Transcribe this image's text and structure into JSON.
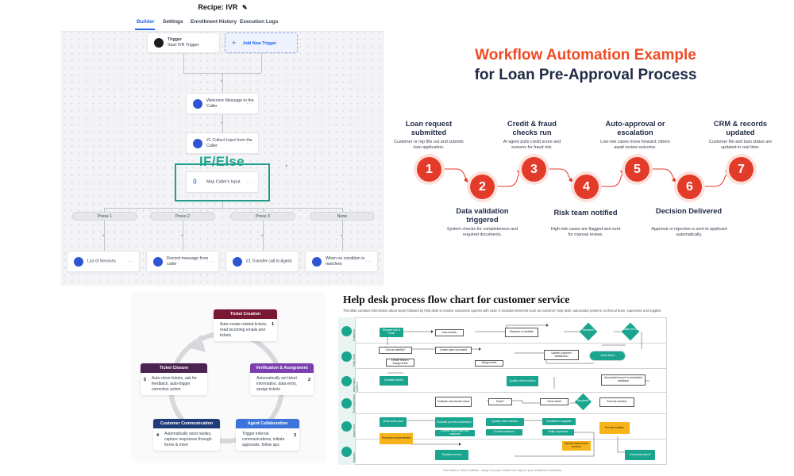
{
  "ivr": {
    "recipe": "Recipe: IVR",
    "edit_icon": "pencil-icon",
    "tabs": [
      "Builder",
      "Settings",
      "Enrollment History",
      "Execution Logs"
    ],
    "active_tab": "Builder",
    "trigger_title": "Trigger",
    "trigger_sub": "Start IVR Trigger",
    "add_trigger": "Add New Trigger",
    "welcome": "Welcome Message to the Caller",
    "collect": "#1 Collect Input from the Caller",
    "ifelse_label": "IF/Else",
    "map": "Map Caller's Input",
    "branches": [
      "Press 1",
      "Press 2",
      "Press 3",
      "None"
    ],
    "actions": [
      "List of Services",
      "Record message from caller",
      "#1 Transfer call to Agent",
      "When no condition is matched"
    ],
    "accent": "#2563eb",
    "ifelse_color": "#22a68f"
  },
  "loan": {
    "title_line1": "Workflow Automation Example",
    "title_line2": "for Loan Pre-Approval Process",
    "title_color": "#ef4a23",
    "steps": [
      {
        "num": "1",
        "title": "Loan request submitted",
        "desc": "Customer or rep fills out and submits loan application."
      },
      {
        "num": "2",
        "title": "Data validation triggered",
        "desc": "System checks for completeness and required documents."
      },
      {
        "num": "3",
        "title": "Credit & fraud checks run",
        "desc": "AI agent pulls credit score and screens for fraud risk."
      },
      {
        "num": "4",
        "title": "Risk team notified",
        "desc": "High-risk cases are flagged and sent for manual review."
      },
      {
        "num": "5",
        "title": "Auto-approval or escalation",
        "desc": "Low-risk cases move forward; others await review outcome."
      },
      {
        "num": "6",
        "title": "Decision Delivered",
        "desc": "Approval or rejection is sent to applicant automatically."
      },
      {
        "num": "7",
        "title": "CRM & records updated",
        "desc": "Customer file and loan status are updated in real time."
      }
    ],
    "circle_color": "#e23b2a"
  },
  "cycle": {
    "cards": [
      {
        "num": "1",
        "title": "Ticket Creation",
        "color": "#7a1733",
        "body": "Auto-create related tickets, read incoming emails and tickets"
      },
      {
        "num": "2",
        "title": "Verification & Assignment",
        "color": "#7b3fb0",
        "body": "Automatically set ticket information, data entry, assign tickets"
      },
      {
        "num": "3",
        "title": "Agent Collaboration",
        "color": "#3d74d9",
        "body": "Trigger internal communications, initiate approvals, follow ups"
      },
      {
        "num": "4",
        "title": "Customer Communication",
        "color": "#1f3b7a",
        "body": "Automatically send replies, capture responses through forms & more"
      },
      {
        "num": "5",
        "title": "Ticket Closure",
        "color": "#4a2350",
        "body": "Auto-close tickets, ask for feedback, auto-trigger corrective action"
      }
    ]
  },
  "helpdesk": {
    "title": "Help desk process flow chart for customer service",
    "subtitle": "This slide contains information about steps followed by help desk to resolve customers queries with ease. It includes elements such as customer, help desk, automated systems, technical team, supervisor and supplier",
    "lanes": [
      "Customer",
      "Help desk",
      "Automated systems",
      "Technical team",
      "Supervisor",
      "Supplier"
    ],
    "boxes": {
      "request": "Request call or email",
      "auto_answer": "Auto answer",
      "request_website": "Request on website",
      "resolved1": "Resolved?",
      "escalate": "Escalate the issue",
      "can_identify": "Can we identify?",
      "create_open": "Create open document",
      "create_record": "Create record / Assign ticket",
      "assign_ticket": "Assign ticket",
      "update_satisfaction": "Update customer satisfaction",
      "close_ticket": "Close ticket",
      "escalate_note": "Escalate tickets",
      "evaluate": "Evaluate and resolve issue",
      "solve": "Solve?",
      "close_ticket2": "Close ticket",
      "resolved2": "Resolved?",
      "execute": "Execute solution",
      "automated_record": "Automated record in centralised database",
      "sup_action": "Verify action plan",
      "sup_auto": "Evaluate process automation",
      "sup_confirm": "Confirm action plan with customer",
      "sup_quality": "Quality check solution",
      "sup_contact": "Contact customer",
      "sup_escalate": "Escalated to supplier",
      "sup_notify": "Notify supervisor",
      "supplier_solution": "Provide solution",
      "supplier_resolution": "Resolution implemented",
      "supplier_product": "Replace product",
      "supplier_identify": "Identify replacement product",
      "supplier_checked": "Checked product?",
      "yes": "Yes",
      "no": "No"
    },
    "footer": "This slide is 100% editable - adapt it to your needs and capture your audience's attention.",
    "teal": "#1aa58f",
    "yellow": "#f6b41a"
  }
}
